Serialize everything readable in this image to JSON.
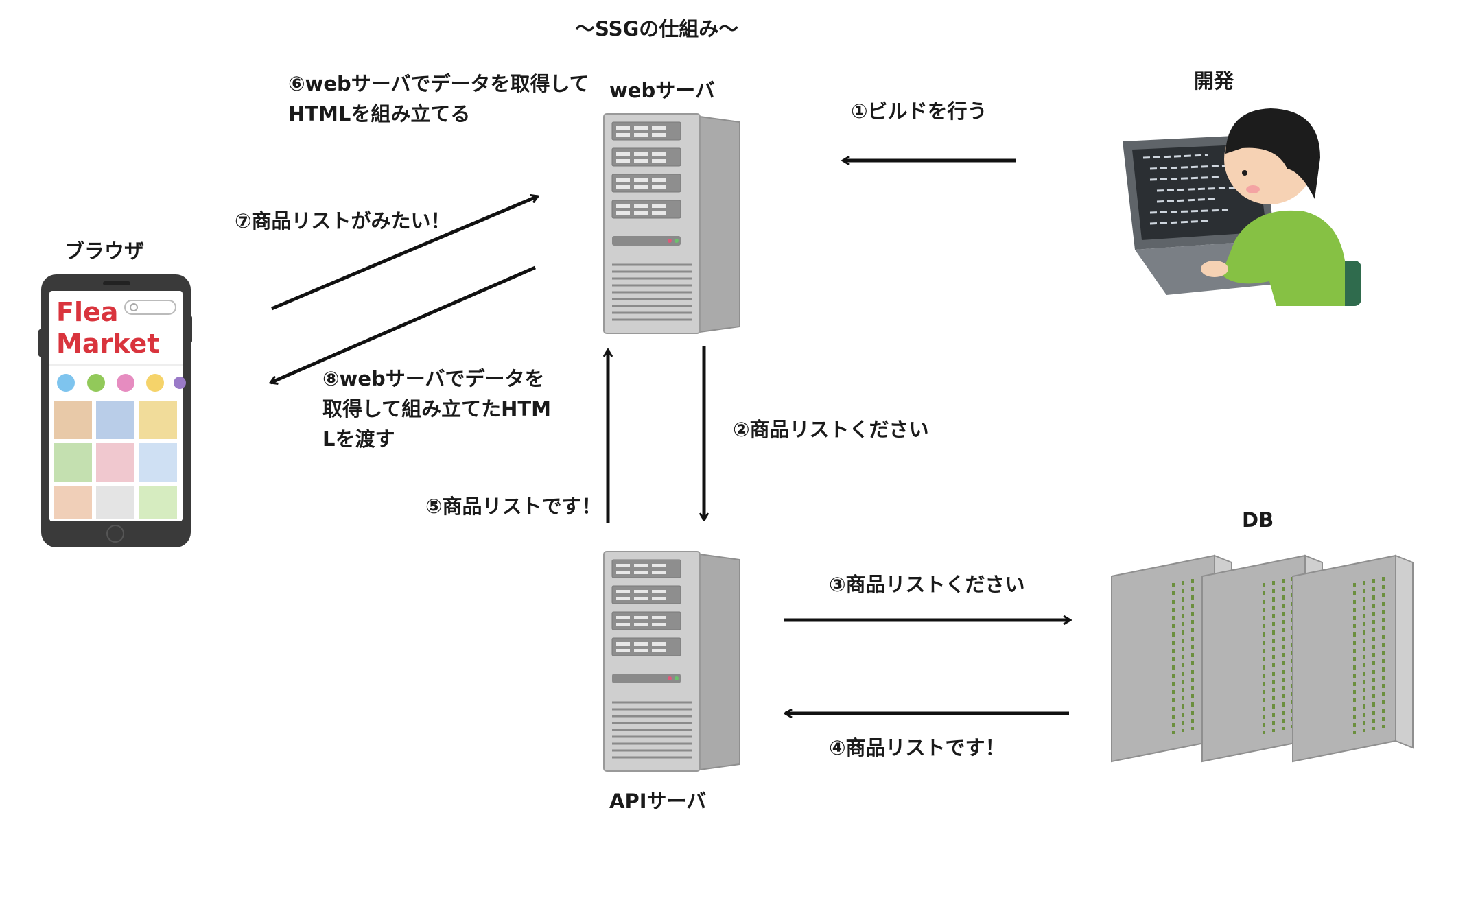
{
  "title": "〜SSGの仕組み〜",
  "nodes": {
    "browser": {
      "label": "ブラウザ",
      "app_line1": "Flea",
      "app_line2": "Market"
    },
    "web_server": {
      "label": "webサーバ"
    },
    "developer": {
      "label": "開発"
    },
    "api_server": {
      "label": "APIサーバ"
    },
    "db": {
      "label": "DB"
    }
  },
  "steps": {
    "s1": "①ビルドを行う",
    "s2": "②商品リストください",
    "s3": "③商品リストください",
    "s4": "④商品リストです！",
    "s5": "⑤商品リストです！",
    "s6_line1": "⑥webサーバでデータを取得して",
    "s6_line2": "HTMLを組み立てる",
    "s7": "⑦商品リストがみたい！",
    "s8_line1": "⑧webサーバでデータを",
    "s8_line2": "取得して組み立てたHTM",
    "s8_line3": "Lを渡す"
  },
  "colors": {
    "arrow": "#111111",
    "server_body": "#c9c9c9",
    "server_side": "#a9a9a9",
    "app_title": "#d9343d",
    "dev_shirt": "#86c144",
    "dev_chair": "#2f6b4d"
  }
}
